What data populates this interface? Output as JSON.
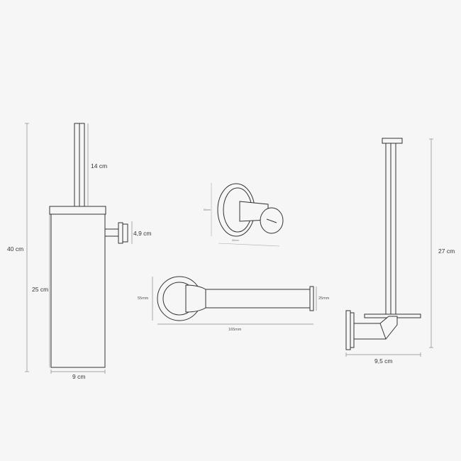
{
  "brush_holder": {
    "total_height": "40 cm",
    "handle_height": "14 cm",
    "mount_width": "4,9 cm",
    "body_height": "25 cm",
    "body_width": "9 cm"
  },
  "hook": {
    "height": "50mm",
    "depth": "55mm"
  },
  "paper_holder": {
    "rosette_height": "55mm",
    "end_diameter": "25mm",
    "length": "165mm"
  },
  "reserve_holder": {
    "height": "27 cm",
    "width": "9,5 cm"
  }
}
